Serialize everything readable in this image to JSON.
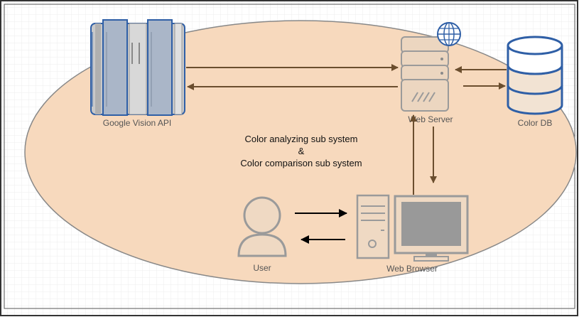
{
  "nodes": {
    "google_vision_api": "Google Vision API",
    "web_server": "Web Server",
    "color_db": "Color DB",
    "user": "User",
    "web_browser": "Web Browser"
  },
  "center_text": {
    "line1": "Color analyzing sub system",
    "line2": "&",
    "line3": "Color comparison sub system"
  },
  "colors": {
    "ellipse_fill": "#f7d9bd",
    "ellipse_stroke": "#888888",
    "arrow": "#6b4e2e",
    "icon_blue": "#2f5fa6",
    "icon_gray": "#9a9a9a"
  }
}
